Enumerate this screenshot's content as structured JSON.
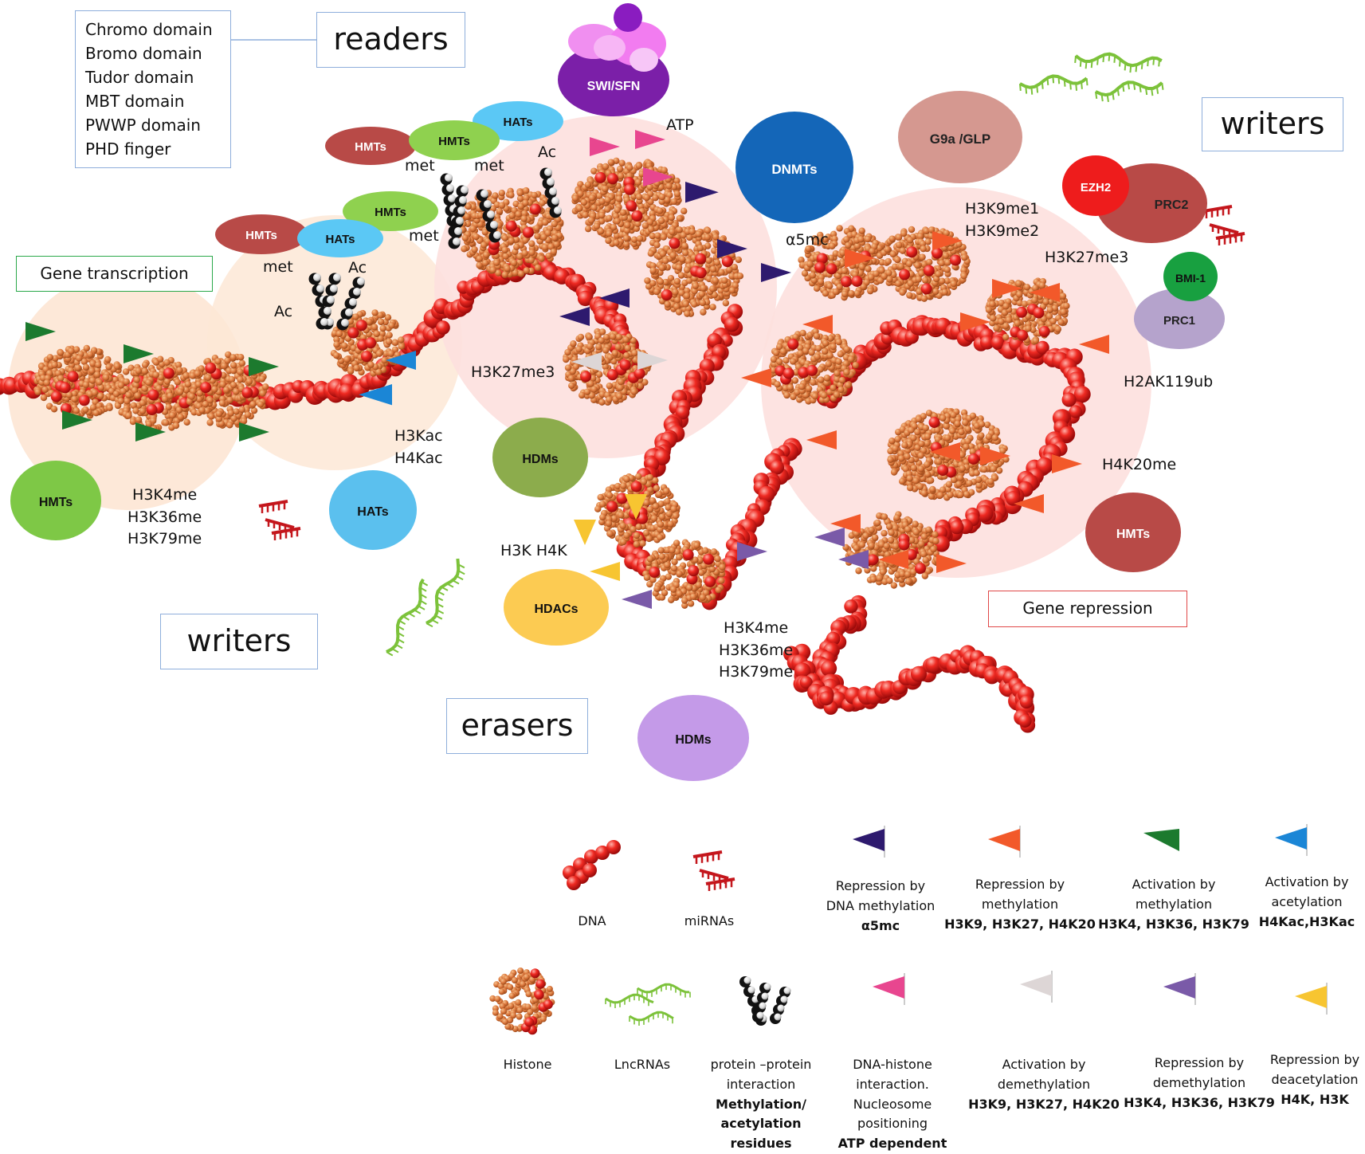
{
  "headings": {
    "readers": "readers",
    "writers_right": "writers",
    "writers_left": "writers",
    "erasers": "erasers"
  },
  "reader_domains": [
    "Chromo domain",
    "Bromo domain",
    "Tudor domain",
    "MBT domain",
    "PWWP domain",
    "PHD finger"
  ],
  "regions": {
    "gene_transcription": "Gene transcription",
    "gene_repression": "Gene repression"
  },
  "enzymes": {
    "swi_sfn": "SWI/SFN",
    "dnmts": "DNMTs",
    "g9a_glp": "G9a /GLP",
    "ezh2": "EZH2",
    "prc2": "PRC2",
    "bmi1": "BMI-1",
    "prc1": "PRC1",
    "hmts_top_left": "HMTs",
    "hmts_top_mid": "HMTs",
    "hats_top": "HATs",
    "hmts_mid": "HMTs",
    "hmts_left": "HMTs",
    "hats_left": "HATs",
    "hmts_bottom_left": "HMTs",
    "hats_bottom": "HATs",
    "hdms_center": "HDMs",
    "hdacs": "HDACs",
    "hdms_bottom": "HDMs",
    "hmts_right": "HMTs"
  },
  "labels": {
    "atp": "ATP",
    "ac_top": "Ac",
    "met_1": "met",
    "met_2": "met",
    "met_3": "met",
    "met_4": "met",
    "ac_mid": "Ac",
    "ac_left": "Ac",
    "a5mc": "α5mc",
    "h3k9me": "H3K9me1\nH3K9me2",
    "h3k27me3_right": "H3K27me3",
    "h3k27me3_center": "H3K27me3",
    "h2ak119ub": "H2AK119ub",
    "h3kac_h4kac": "H3Kac\nH4Kac",
    "h4k20me": "H4K20me",
    "h3k_left": "H3K4me\nH3K36me\nH3K79me",
    "h3k_h4k": "H3K H4K",
    "h3k_center": "H3K4me\nH3K36me\nH3K79me"
  },
  "legend": [
    {
      "title": "DNA",
      "bold": ""
    },
    {
      "title": "miRNAs",
      "bold": ""
    },
    {
      "title": "Repression by\nDNA methylation",
      "bold": "α5mc"
    },
    {
      "title": "Repression by\nmethylation",
      "bold": "H3K9, H3K27, H4K20"
    },
    {
      "title": "Activation by\nmethylation",
      "bold": "H3K4, H3K36, H3K79"
    },
    {
      "title": "Activation by\nacetylation",
      "bold": "H4Kac,H3Kac"
    },
    {
      "title": "Histone",
      "bold": ""
    },
    {
      "title": "LncRNAs",
      "bold": ""
    },
    {
      "title": "protein –protein\ninteraction",
      "bold": "Methylation/\nacetylation\nresidues"
    },
    {
      "title": "DNA-histone\ninteraction.\nNucleosome\npositioning",
      "bold": "ATP dependent"
    },
    {
      "title": "Activation by\ndemethylation",
      "bold": "H3K9, H3K27, H4K20"
    },
    {
      "title": "Repression by\ndemethylation",
      "bold": "H3K4, H3K36, H3K79"
    },
    {
      "title": "Repression by\ndeacetylation",
      "bold": "H4K, H3K"
    }
  ],
  "colors": {
    "dna": "#e8171b",
    "histone": "#d9743a",
    "flag_dna_methylation": "#2e1a6e",
    "flag_repression_methylation": "#f2592a",
    "flag_activation_methylation": "#1c7a2e",
    "flag_activation_acetylation": "#1b86d6",
    "flag_dna_histone": "#e8468f",
    "flag_activation_demethylation": "#ddd6d6",
    "flag_repression_demethylation": "#7a5aa8",
    "flag_repression_deacetylation": "#f7c531",
    "zone_transcription": "#fde7d6",
    "zone_repression": "#fde0de",
    "lncrna": "#7cc23a",
    "mirna": "#c4161c"
  }
}
